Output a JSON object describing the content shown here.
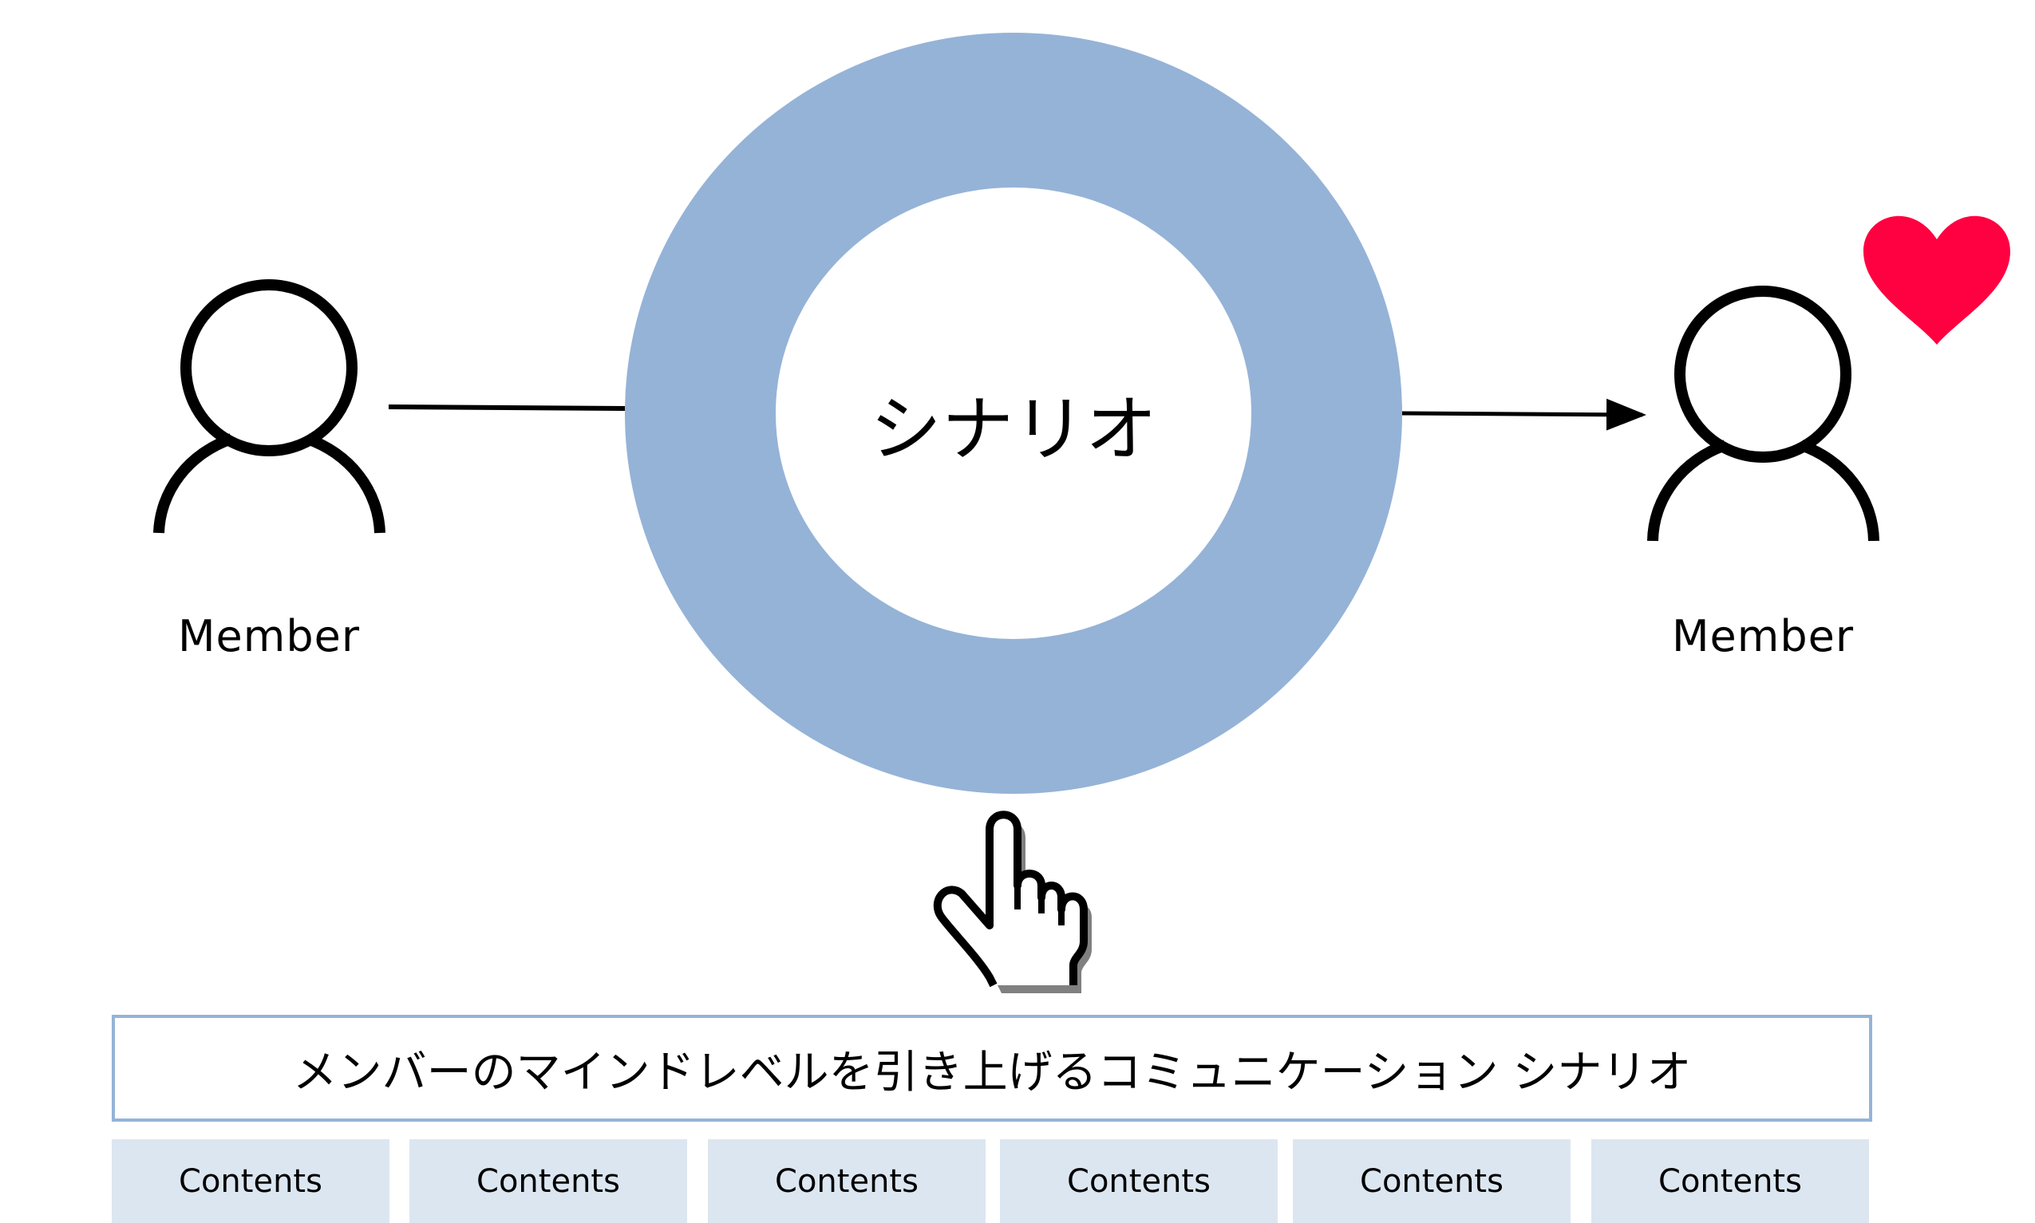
{
  "center": {
    "label": "シナリオ",
    "ring_color": "#95b3d7"
  },
  "left_member": {
    "label": "Member"
  },
  "right_member": {
    "label": "Member",
    "heart_color": "#ff0040"
  },
  "banner": {
    "text": "メンバーのマインドレベルを引き上げるコミュニケーション シナリオ",
    "border_color": "#95b3d7"
  },
  "contents": [
    {
      "label": "Contents"
    },
    {
      "label": "Contents"
    },
    {
      "label": "Contents"
    },
    {
      "label": "Contents"
    },
    {
      "label": "Contents"
    },
    {
      "label": "Contents"
    }
  ],
  "contents_color": "#dce6f1"
}
